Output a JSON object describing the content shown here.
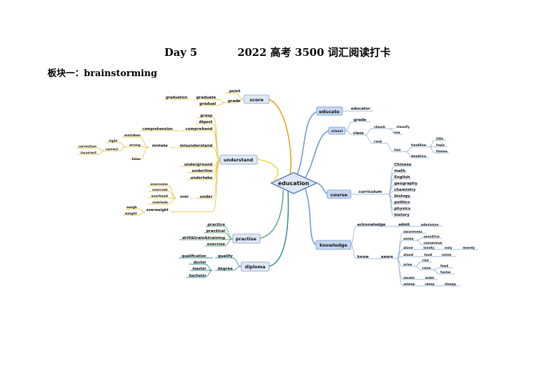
{
  "title": {
    "day": "Day 5",
    "subtitle": "2022 高考 3500 词汇阅读打卡"
  },
  "section": "板块一：brainstorming",
  "colors": {
    "orange": "#e8a317",
    "yellow": "#e8d84a",
    "blue": "#6e9ad0",
    "green": "#5fae7e",
    "teal": "#3d8fa1",
    "box_fill": "#dfe8f5",
    "box_stroke": "#7d9cc6"
  },
  "mindmap": {
    "center": "education",
    "left": {
      "score": {
        "label": "score",
        "point": "point",
        "grade": "grade",
        "graduate": "graduate",
        "graduation": "graduation",
        "gradual": "gradual"
      },
      "understand": {
        "label": "understand",
        "grasp": "grasp",
        "digest": "digest",
        "comprehend": "comprehend",
        "comprehension": "comprehension",
        "misunderstand": "misunderstand",
        "mistake": "mistake",
        "mistaken": "mistaken",
        "wrong": "wrong",
        "right": "right",
        "correct": "correct",
        "correction": "correction",
        "incorrect": "incorrect",
        "false": "false",
        "underground": "underground",
        "underline": "underline",
        "undertake": "undertake",
        "under": "under",
        "over": "over",
        "overcome": "overcome",
        "overcoat": "overcoat",
        "overhead": "overhead",
        "overlook": "overlook",
        "overweight": "overweight",
        "weigh": "weigh",
        "weight": "weight"
      },
      "practise": {
        "label": "practise",
        "practice": "practice",
        "practical": "practical",
        "drill": "drill&train&training",
        "exercise": "exercise"
      },
      "diploma": {
        "label": "diploma",
        "qualify": "qualify",
        "qualification": "qualification",
        "degree": "degree",
        "doctor": "doctor",
        "master": "master",
        "bachelor": "bachelor"
      }
    },
    "right": {
      "educate": {
        "label": "educate",
        "educator": "educator"
      },
      "school": {
        "label": "school",
        "grade": "grade",
        "class": "class",
        "classic": "classic",
        "classify": "classify",
        "row": "row",
        "rank": "rank",
        "line": "line",
        "headline": "headline",
        "title": "title",
        "topic": "topic",
        "theme": "theme",
        "deadline": "deadline"
      },
      "course": {
        "label": "course",
        "curriculum": "curriculum",
        "subjects": [
          "Chinese",
          "math",
          "English",
          "geography",
          "chemistry",
          "biology",
          "politics",
          "physics",
          "history"
        ]
      },
      "knowledge": {
        "label": "knowledge",
        "acknowledge": "acknowledge",
        "admit": "admit",
        "admission": "admission",
        "know": "know",
        "aware": "aware",
        "awareness": "awareness",
        "sense": "sense",
        "sensitive": "sensitive",
        "consensus": "consensus",
        "alone": "alone",
        "lonely": "lonely",
        "only": "only",
        "merely": "merely",
        "aloud": "aloud",
        "loud": "loud",
        "noise": "noise",
        "arise": "arise",
        "rise": "rise",
        "raise": "raise",
        "feed": "feed",
        "foster": "foster",
        "awake": "awake",
        "wake": "wake",
        "asleep": "asleep",
        "sleep": "sleep",
        "sleepy": "sleepy"
      }
    }
  }
}
